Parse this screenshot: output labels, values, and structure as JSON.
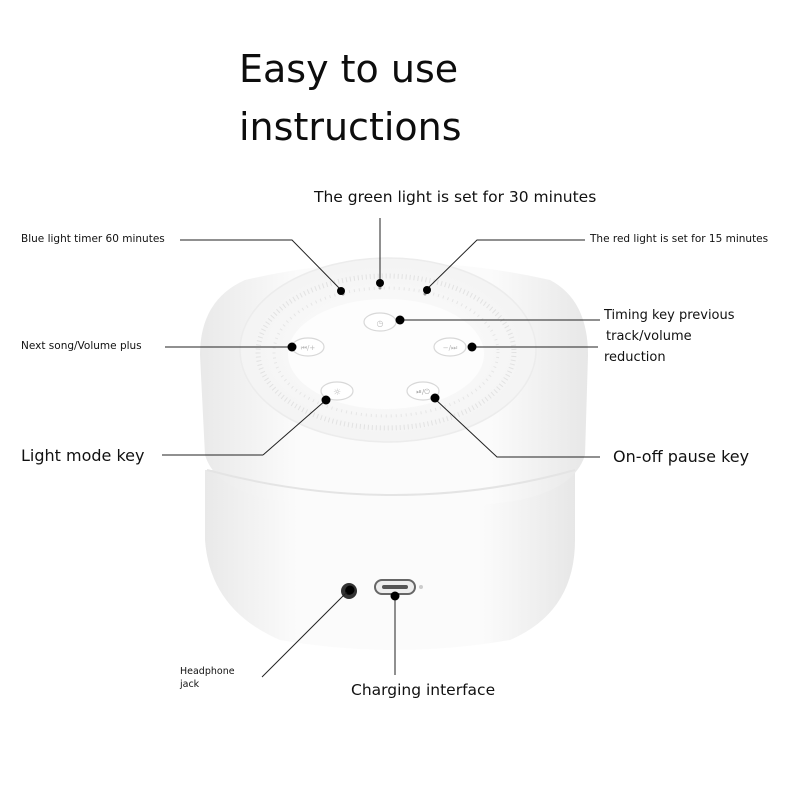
{
  "title": {
    "line1": "Easy to use",
    "line2": "instructions"
  },
  "labels": {
    "green_light": "The green light is set for 30 minutes",
    "blue_light": "Blue light timer 60 minutes",
    "red_light": "The red light is set for 15 minutes",
    "timing_key": [
      "Timing key previous",
      "track/volume",
      "reduction"
    ],
    "next_song": "Next song/Volume plus",
    "light_mode": "Light mode key",
    "on_off": "On-off pause key",
    "headphone": [
      "Headphone",
      "jack"
    ],
    "charging": "Charging interface"
  },
  "device_buttons": {
    "timing": "◷",
    "next": "⏮/+",
    "prev": "−/⏭",
    "light": "☼",
    "power": "⏯/⏻"
  },
  "colors": {
    "device_body": "#fafafa",
    "device_shadow": "#ececec",
    "leader_line": "#222222"
  }
}
